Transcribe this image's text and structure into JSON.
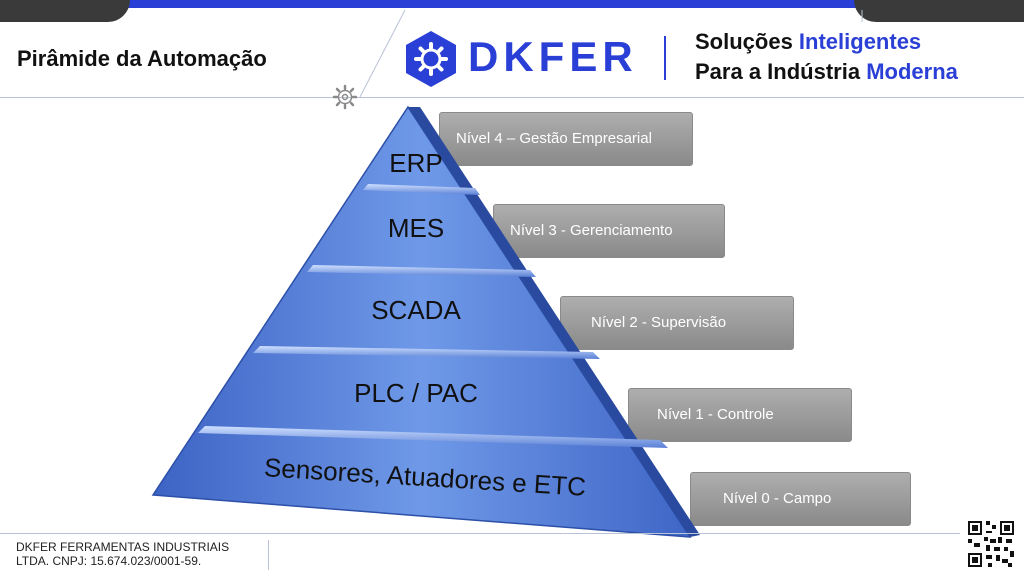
{
  "page": {
    "title": "Pirâmide da Automação"
  },
  "brand": {
    "logo_text": "DKFER",
    "tagline_line1_prefix": "Soluções ",
    "tagline_line1_accent": "Inteligentes",
    "tagline_line2_prefix": "Para a Indústria ",
    "tagline_line2_accent": "Moderna",
    "accent_color": "#2a3fd6"
  },
  "pyramid": {
    "layers": [
      {
        "label": "ERP"
      },
      {
        "label": "MES"
      },
      {
        "label": "SCADA"
      },
      {
        "label": "PLC / PAC"
      },
      {
        "label": "Sensores, Atuadores e ETC"
      }
    ],
    "fill_color": "#4f7bd9"
  },
  "levels": [
    {
      "label": "Nível 4 – Gestão Empresarial"
    },
    {
      "label": "Nível 3 - Gerenciamento"
    },
    {
      "label": "Nível 2 - Supervisão"
    },
    {
      "label": "Nível 1 - Controle"
    },
    {
      "label": "Nível 0 - Campo"
    }
  ],
  "footer": {
    "company_line1": "DKFER FERRAMENTAS  INDUSTRIAIS",
    "company_line2": "LTDA. CNPJ: 15.674.023/0001-59."
  },
  "icons": {
    "logo": "gear-hexagon-icon",
    "decor": "gear-icon",
    "qr": "qr-code-icon"
  }
}
